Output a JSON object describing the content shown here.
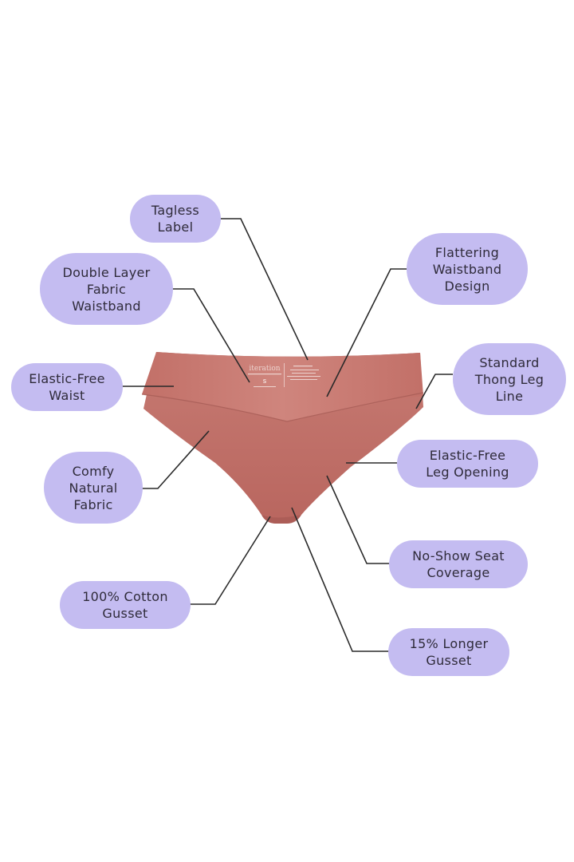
{
  "diagram": {
    "type": "product-feature-callouts",
    "product": "thong underwear",
    "label_brand": "iteration",
    "label_size": "S",
    "colors": {
      "background": "#ffffff",
      "bubble_fill": "#c4bcf1",
      "bubble_text": "#2f2b3a",
      "garment": "#c87870",
      "garment_shadow": "#a95f59",
      "leader_line": "#2a2a2a"
    }
  },
  "callouts": [
    {
      "id": "tagless-label",
      "text": "Tagless\nLabel"
    },
    {
      "id": "double-layer-fabric-waistband",
      "text": "Double Layer\nFabric\nWaistband"
    },
    {
      "id": "flattering-waistband-design",
      "text": "Flattering\nWaistband\nDesign"
    },
    {
      "id": "elastic-free-waist",
      "text": "Elastic-Free\nWaist"
    },
    {
      "id": "standard-thong-leg-line",
      "text": "Standard\nThong Leg\nLine"
    },
    {
      "id": "elastic-free-leg-opening",
      "text": "Elastic-Free\nLeg Opening"
    },
    {
      "id": "comfy-natural-fabric",
      "text": "Comfy\nNatural\nFabric"
    },
    {
      "id": "no-show-seat-coverage",
      "text": "No-Show Seat\nCoverage"
    },
    {
      "id": "100-cotton-gusset",
      "text": "100% Cotton\nGusset"
    },
    {
      "id": "15-longer-gusset",
      "text": "15% Longer\nGusset"
    }
  ]
}
